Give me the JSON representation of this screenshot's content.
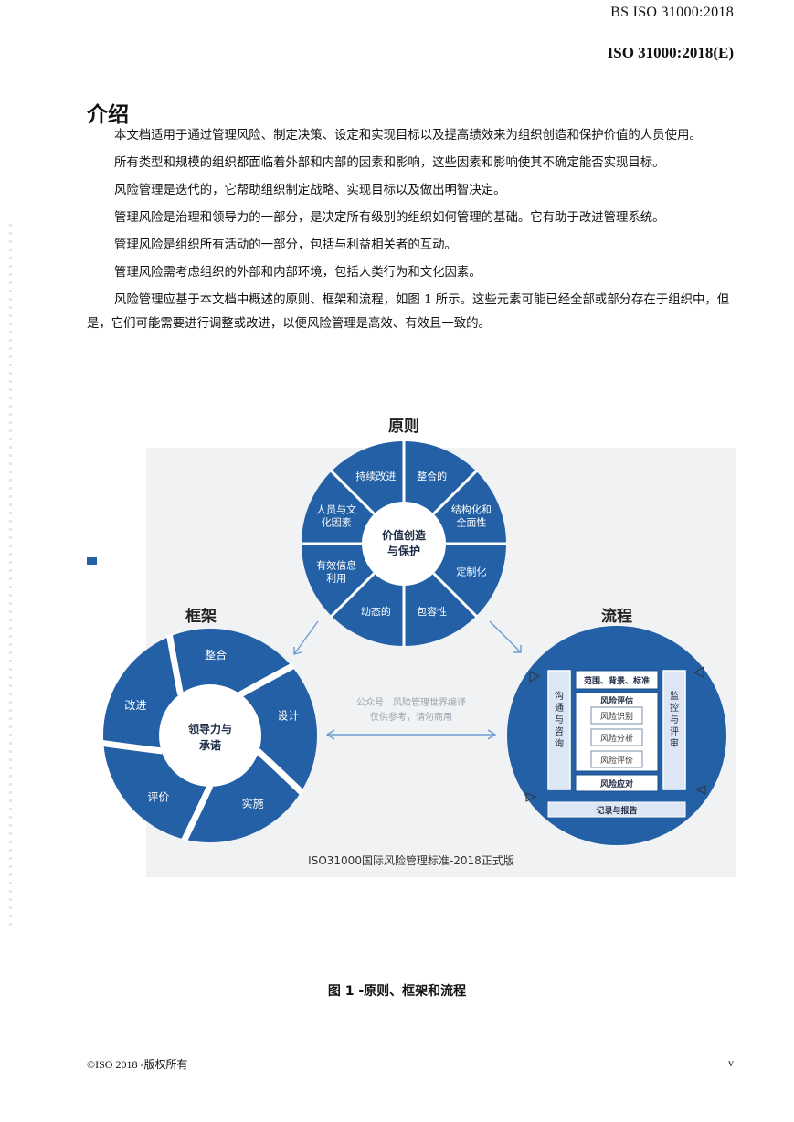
{
  "header": {
    "standard_bs": "BS ISO 31000:2018",
    "standard_iso": "ISO 31000:2018(E)"
  },
  "section_title": "介绍",
  "paragraphs": [
    "本文档适用于通过管理风险、制定决策、设定和实现目标以及提高绩效来为组织创造和保护价值的人员使用。",
    "所有类型和规模的组织都面临着外部和内部的因素和影响，这些因素和影响使其不确定能否实现目标。",
    "风险管理是迭代的，它帮助组织制定战略、实现目标以及做出明智决定。",
    "管理风险是治理和领导力的一部分，是决定所有级别的组织如何管理的基础。它有助于改进管理系统。",
    "管理风险是组织所有活动的一部分，包括与利益相关者的互动。",
    "管理风险需考虑组织的外部和内部环境，包括人类行为和文化因素。",
    "风险管理应基于本文档中概述的原则、框架和流程，如图 1 所示。这些元素可能已经全部或部分存在于组织中，但是，它们可能需要进行调整或改进，以便风险管理是高效、有效且一致的。"
  ],
  "figure": {
    "principles": {
      "title": "原则",
      "center": [
        "价值创造",
        "与保护"
      ],
      "segments": [
        [
          "整合的"
        ],
        [
          "结构化和",
          "全面性"
        ],
        [
          "定制化"
        ],
        [
          "包容性"
        ],
        [
          "动态的"
        ],
        [
          "有效信息",
          "利用"
        ],
        [
          "人员与文",
          "化因素"
        ],
        [
          "持续改进"
        ]
      ]
    },
    "framework": {
      "title": "框架",
      "center": [
        "领导力与",
        "承诺"
      ],
      "segments": [
        "整合",
        "设计",
        "实施",
        "评价",
        "改进"
      ]
    },
    "process": {
      "title": "流程",
      "scope": "范围、背景、标准",
      "assessment": "风险评估",
      "identification": "风险识别",
      "analysis": "风险分析",
      "evaluation": "风险评价",
      "treatment": "风险应对",
      "communication": "沟通与咨询",
      "monitoring": "监控与评审",
      "recording": "记录与报告"
    },
    "watermark": [
      "公众号：风险管理世界编译",
      "仅供参考，请勿商用"
    ],
    "banner": "ISO31000国际风险管理标准-2018正式版"
  },
  "caption": "图 1 -原则、框架和流程",
  "footer": {
    "copyright": "©ISO 2018 -版权所有",
    "page": "v"
  },
  "colors": {
    "primary_blue": "#2360a5",
    "light_box": "#dde7f3",
    "grey_bg": "#f1f2f4"
  }
}
